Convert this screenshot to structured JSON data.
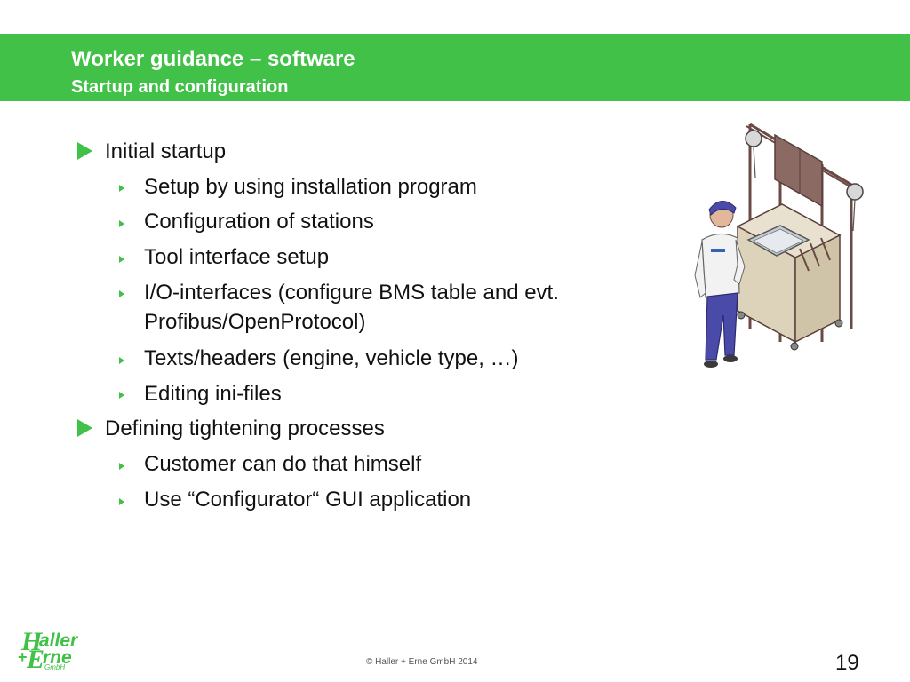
{
  "header": {
    "title": "Worker guidance – software",
    "subtitle": "Startup and configuration"
  },
  "bullets": [
    {
      "text": "Initial startup",
      "children": [
        "Setup by using installation program",
        "Configuration of stations",
        "Tool interface setup",
        "I/O-interfaces (configure BMS table and evt.",
        "Profibus/OpenProtocol)",
        "Texts/headers (engine, vehicle type, …)",
        "Editing ini-files"
      ]
    },
    {
      "text": "Defining tightening processes",
      "children": [
        "Customer can do that himself",
        "Use “Configurator“ GUI application"
      ]
    }
  ],
  "footer": {
    "logo": {
      "h": "H",
      "aller": "aller",
      "plus": "+",
      "e": "E",
      "rne": "rne",
      "gmbh": "GmbH"
    },
    "copyright": "© Haller + Erne GmbH 2014",
    "page_number": "19"
  },
  "colors": {
    "accent": "#41c147",
    "text": "#111111",
    "header_text": "#ffffff"
  },
  "icons": {
    "level1_bullet": "triangle-right-icon",
    "level2_bullet": "small-triangle-right-icon",
    "illustration": "worker-at-assembly-station-illustration"
  }
}
